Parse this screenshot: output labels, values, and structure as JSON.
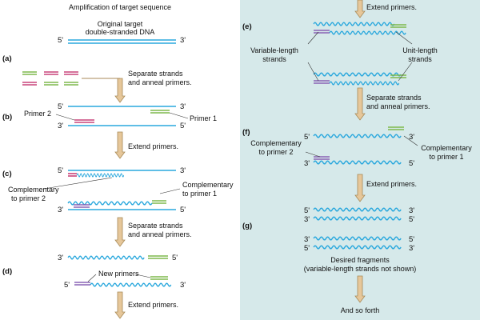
{
  "title": "Amplification of target sequence",
  "original_label": [
    "Original target",
    "double-stranded DNA"
  ],
  "steps": [
    "(a)",
    "(b)",
    "(c)",
    "(d)",
    "(e)",
    "(f)",
    "(g)"
  ],
  "ends": {
    "five": "5'",
    "three": "3'"
  },
  "labels": {
    "primer2": "Primer 2",
    "primer1": "Primer 1",
    "comp_primer2": [
      "Complementary",
      "to primer 2"
    ],
    "comp_primer1": [
      "Complementary",
      "to primer 1"
    ],
    "new_primers": "New primers",
    "variable_length": [
      "Variable-length",
      "strands"
    ],
    "unit_length": [
      "Unit-length",
      "strands"
    ],
    "desired": [
      "Desired fragments",
      "(variable-length strands not shown)"
    ],
    "and_so_forth": "And so forth"
  },
  "actions": {
    "separate_anneal": [
      "Separate strands",
      "and anneal primers."
    ],
    "extend": "Extend primers."
  },
  "colors": {
    "left_panel": "#ffffff",
    "right_panel": "#d6e9ea",
    "dna_blue": "#2aa8dd",
    "primer_green": "#7fb94d",
    "primer_pink": "#c9447a",
    "primer_purple": "#8a63b5",
    "arrow_tan": "#e6c79a",
    "arrow_outline": "#a88a58"
  }
}
